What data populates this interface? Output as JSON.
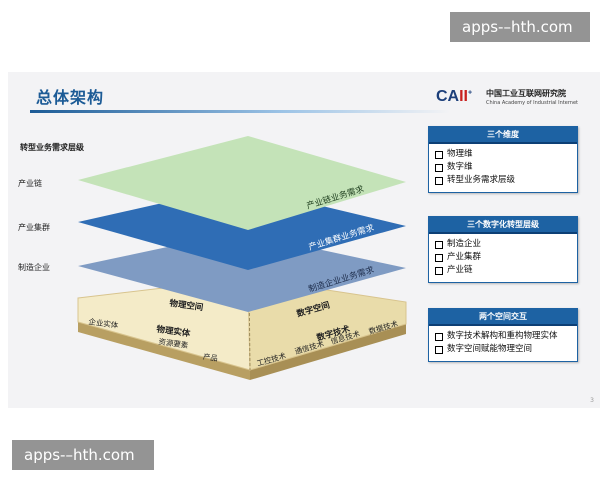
{
  "watermark": {
    "top": "apps-–hth.com",
    "bottom": "apps-–hth.com"
  },
  "slide": {
    "title": "总体架构",
    "page_number": "3",
    "logo": {
      "mark_main": "CA",
      "mark_accent": "II",
      "mark_suffix": "+",
      "name_cn": "中国工业互联网研究院",
      "name_en": "China Academy of Industrial Internet"
    }
  },
  "left_labels": {
    "heading": "转型业务需求层级",
    "items": [
      "产业链",
      "产业集群",
      "制造企业"
    ]
  },
  "layers": [
    {
      "label": "产业链业务需求",
      "color": "#c4e3b8"
    },
    {
      "label": "产业集群业务需求",
      "color": "#2f6db5"
    },
    {
      "label": "制造企业业务需求",
      "color": "#7f9bc3"
    }
  ],
  "base": {
    "physical_title": "物理空间",
    "digital_title": "数字空间",
    "physical_entity": "物理实体",
    "digital_tech": "数字技术",
    "physical_items": [
      "企业实体",
      "资源要素",
      "产品"
    ],
    "digital_items": [
      "工控技术",
      "通信技术",
      "信息技术",
      "数据技术"
    ],
    "colors": {
      "physical": "#f4ebc8",
      "digital": "#e8d9a8",
      "side": "#c8b27a"
    }
  },
  "panels": [
    {
      "title": "三个维度",
      "items": [
        "物理维",
        "数字维",
        "转型业务需求层级"
      ]
    },
    {
      "title": "三个数字化转型层级",
      "items": [
        "制造企业",
        "产业集群",
        "产业链"
      ]
    },
    {
      "title": "两个空间交互",
      "items": [
        "数字技术解构和重构物理实体",
        "数字空间赋能物理空间"
      ]
    }
  ]
}
